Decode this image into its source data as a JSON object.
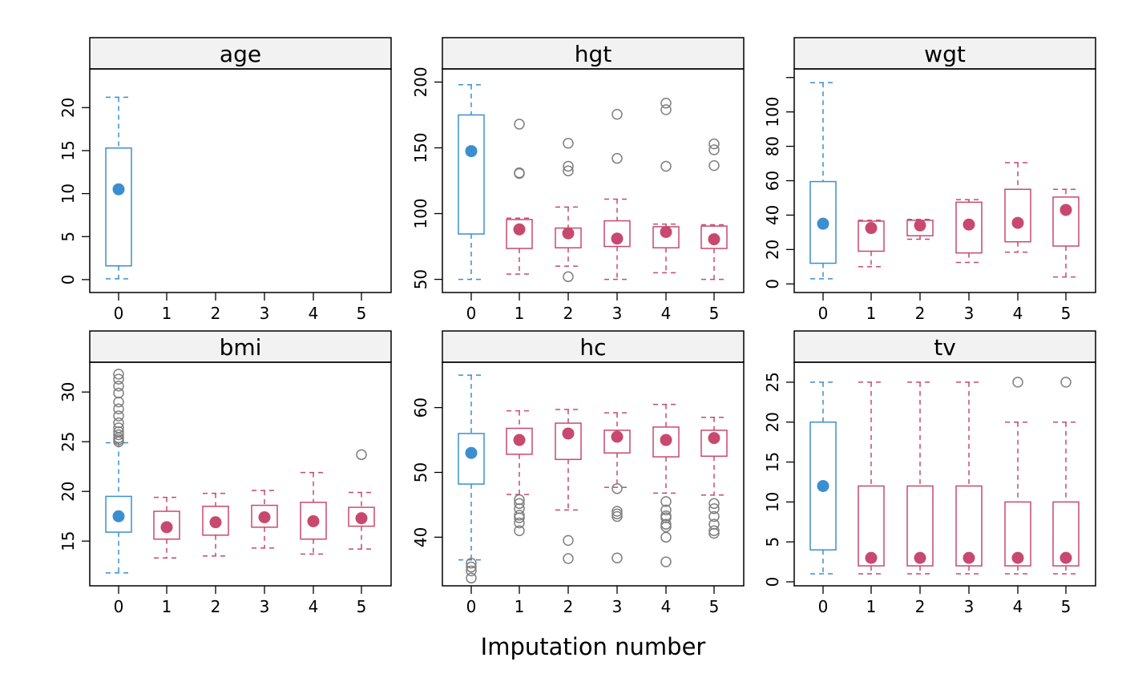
{
  "colors": {
    "observed": "#3b8fd1",
    "imputed": "#c8496f",
    "outlier": "#7f7f7f",
    "strip_bg": "#f2f2f2"
  },
  "xlabel": "Imputation number",
  "chart_data": [
    {
      "type": "boxplot",
      "title": "age",
      "categories": [
        "0",
        "1",
        "2",
        "3",
        "4",
        "5"
      ],
      "ylim": [
        -1.5,
        24.5
      ],
      "yticks": [
        0,
        5,
        10,
        15,
        20
      ],
      "boxes": [
        {
          "x": "0",
          "whisker_low": 0.1,
          "q1": 1.6,
          "median": 10.5,
          "q3": 15.3,
          "whisker_high": 21.2,
          "outliers": []
        }
      ]
    },
    {
      "type": "boxplot",
      "title": "hgt",
      "categories": [
        "0",
        "1",
        "2",
        "3",
        "4",
        "5"
      ],
      "ylim": [
        40,
        210
      ],
      "yticks": [
        50,
        100,
        150,
        200
      ],
      "boxes": [
        {
          "x": "0",
          "whisker_low": 50,
          "q1": 84.5,
          "median": 147.5,
          "q3": 175,
          "whisker_high": 198,
          "outliers": []
        },
        {
          "x": "1",
          "whisker_low": 54,
          "q1": 73.5,
          "median": 88,
          "q3": 95.5,
          "whisker_high": 96.5,
          "outliers": [
            131,
            130.5,
            168
          ]
        },
        {
          "x": "2",
          "whisker_low": 60,
          "q1": 74,
          "median": 85,
          "q3": 89,
          "whisker_high": 105,
          "outliers": [
            52,
            132.5,
            136,
            153.5
          ]
        },
        {
          "x": "3",
          "whisker_low": 50,
          "q1": 75,
          "median": 81,
          "q3": 94.5,
          "whisker_high": 111,
          "outliers": [
            142,
            175.5
          ]
        },
        {
          "x": "4",
          "whisker_low": 55,
          "q1": 74,
          "median": 86,
          "q3": 90,
          "whisker_high": 92,
          "outliers": [
            136,
            179,
            184
          ]
        },
        {
          "x": "5",
          "whisker_low": 50,
          "q1": 73.5,
          "median": 80.5,
          "q3": 90.5,
          "whisker_high": 91.5,
          "outliers": [
            136.5,
            148.5,
            153
          ]
        }
      ]
    },
    {
      "type": "boxplot",
      "title": "wgt",
      "categories": [
        "0",
        "1",
        "2",
        "3",
        "4",
        "5"
      ],
      "ylim": [
        -5,
        125
      ],
      "yticks": [
        0,
        20,
        40,
        60,
        80,
        100,
        120
      ],
      "ytick_labels": [
        "0",
        "20",
        "40",
        "60",
        "80",
        "100",
        ""
      ],
      "boxes": [
        {
          "x": "0",
          "whisker_low": 3,
          "q1": 12,
          "median": 35,
          "q3": 59.5,
          "whisker_high": 117,
          "outliers": []
        },
        {
          "x": "1",
          "whisker_low": 10,
          "q1": 19,
          "median": 32.5,
          "q3": 36.5,
          "whisker_high": 37,
          "outliers": []
        },
        {
          "x": "2",
          "whisker_low": 26,
          "q1": 28,
          "median": 34,
          "q3": 37,
          "whisker_high": 37.5,
          "outliers": []
        },
        {
          "x": "3",
          "whisker_low": 12.5,
          "q1": 18,
          "median": 34.5,
          "q3": 47.5,
          "whisker_high": 49,
          "outliers": []
        },
        {
          "x": "4",
          "whisker_low": 18.5,
          "q1": 24.5,
          "median": 35.5,
          "q3": 55,
          "whisker_high": 70.5,
          "outliers": []
        },
        {
          "x": "5",
          "whisker_low": 4,
          "q1": 22,
          "median": 43,
          "q3": 50.5,
          "whisker_high": 55,
          "outliers": []
        }
      ]
    },
    {
      "type": "boxplot",
      "title": "bmi",
      "categories": [
        "0",
        "1",
        "2",
        "3",
        "4",
        "5"
      ],
      "ylim": [
        10.5,
        33
      ],
      "yticks": [
        15,
        20,
        25,
        30
      ],
      "boxes": [
        {
          "x": "0",
          "whisker_low": 11.8,
          "q1": 15.9,
          "median": 17.5,
          "q3": 19.5,
          "whisker_high": 24.9,
          "outliers": [
            25.0,
            25.2,
            25.4,
            25.7,
            26.0,
            26.4,
            26.9,
            27.6,
            28.3,
            29.0,
            29.9,
            30.6,
            31.3,
            31.8
          ]
        },
        {
          "x": "1",
          "whisker_low": 13.3,
          "q1": 15.2,
          "median": 16.4,
          "q3": 18.0,
          "whisker_high": 19.4,
          "outliers": []
        },
        {
          "x": "2",
          "whisker_low": 13.5,
          "q1": 15.6,
          "median": 16.9,
          "q3": 18.5,
          "whisker_high": 19.8,
          "outliers": []
        },
        {
          "x": "3",
          "whisker_low": 14.3,
          "q1": 16.4,
          "median": 17.4,
          "q3": 18.6,
          "whisker_high": 20.1,
          "outliers": []
        },
        {
          "x": "4",
          "whisker_low": 13.7,
          "q1": 15.2,
          "median": 17.0,
          "q3": 18.9,
          "whisker_high": 21.9,
          "outliers": []
        },
        {
          "x": "5",
          "whisker_low": 14.2,
          "q1": 16.5,
          "median": 17.3,
          "q3": 18.4,
          "whisker_high": 19.9,
          "outliers": [
            23.7
          ]
        }
      ]
    },
    {
      "type": "boxplot",
      "title": "hc",
      "categories": [
        "0",
        "1",
        "2",
        "3",
        "4",
        "5"
      ],
      "ylim": [
        32.5,
        67
      ],
      "yticks": [
        40,
        50,
        60
      ],
      "boxes": [
        {
          "x": "0",
          "whisker_low": 36.5,
          "q1": 48.2,
          "median": 53.0,
          "q3": 56.0,
          "whisker_high": 65.0,
          "outliers": [
            33.7,
            34.8,
            35.4,
            36.0
          ]
        },
        {
          "x": "1",
          "whisker_low": 46.6,
          "q1": 52.8,
          "median": 55.0,
          "q3": 56.8,
          "whisker_high": 59.5,
          "outliers": [
            41.0,
            42.2,
            43.0,
            43.4,
            44.4,
            45.2,
            45.8
          ]
        },
        {
          "x": "2",
          "whisker_low": 44.2,
          "q1": 52.0,
          "median": 56.0,
          "q3": 57.6,
          "whisker_high": 59.7,
          "outliers": [
            36.7,
            39.5
          ]
        },
        {
          "x": "3",
          "whisker_low": 47.7,
          "q1": 53.0,
          "median": 55.5,
          "q3": 56.5,
          "whisker_high": 59.2,
          "outliers": [
            36.8,
            43.2,
            43.6,
            44.0,
            47.5
          ]
        },
        {
          "x": "4",
          "whisker_low": 46.8,
          "q1": 52.4,
          "median": 55.0,
          "q3": 57.0,
          "whisker_high": 60.5,
          "outliers": [
            36.2,
            40.0,
            41.6,
            42.0,
            43.0,
            43.3,
            44.2,
            45.5
          ]
        },
        {
          "x": "5",
          "whisker_low": 46.5,
          "q1": 52.5,
          "median": 55.3,
          "q3": 56.5,
          "whisker_high": 58.5,
          "outliers": [
            40.6,
            41.0,
            42.0,
            43.2,
            44.4,
            45.2
          ]
        }
      ]
    },
    {
      "type": "boxplot",
      "title": "tv",
      "categories": [
        "0",
        "1",
        "2",
        "3",
        "4",
        "5"
      ],
      "ylim": [
        -0.5,
        27.5
      ],
      "yticks": [
        0,
        5,
        10,
        15,
        20,
        25
      ],
      "boxes": [
        {
          "x": "0",
          "whisker_low": 1,
          "q1": 4,
          "median": 12,
          "q3": 20,
          "whisker_high": 25,
          "outliers": []
        },
        {
          "x": "1",
          "whisker_low": 1,
          "q1": 2,
          "median": 3,
          "q3": 12,
          "whisker_high": 25,
          "outliers": []
        },
        {
          "x": "2",
          "whisker_low": 1,
          "q1": 2,
          "median": 3,
          "q3": 12,
          "whisker_high": 25,
          "outliers": []
        },
        {
          "x": "3",
          "whisker_low": 1,
          "q1": 2,
          "median": 3,
          "q3": 12,
          "whisker_high": 25,
          "outliers": []
        },
        {
          "x": "4",
          "whisker_low": 1,
          "q1": 2,
          "median": 3,
          "q3": 10,
          "whisker_high": 20,
          "outliers": [
            25
          ]
        },
        {
          "x": "5",
          "whisker_low": 1,
          "q1": 2,
          "median": 3,
          "q3": 10,
          "whisker_high": 20,
          "outliers": [
            25
          ]
        }
      ]
    }
  ]
}
